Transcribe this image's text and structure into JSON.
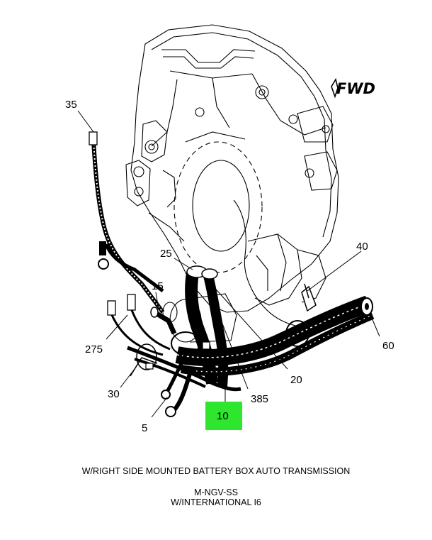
{
  "diagram": {
    "direction_label": "FWD",
    "callouts": [
      {
        "id": "35",
        "text": "35",
        "highlighted": false
      },
      {
        "id": "25",
        "text": "25",
        "highlighted": false
      },
      {
        "id": "15",
        "text": "15",
        "highlighted": false
      },
      {
        "id": "40",
        "text": "40",
        "highlighted": false
      },
      {
        "id": "60",
        "text": "60",
        "highlighted": false
      },
      {
        "id": "275",
        "text": "275",
        "highlighted": false
      },
      {
        "id": "30",
        "text": "30",
        "highlighted": false
      },
      {
        "id": "20",
        "text": "20",
        "highlighted": false
      },
      {
        "id": "385",
        "text": "385",
        "highlighted": false
      },
      {
        "id": "5",
        "text": "5",
        "highlighted": false
      },
      {
        "id": "10",
        "text": "10",
        "highlighted": true
      }
    ],
    "highlight_color": "#2ee62e"
  },
  "captions": {
    "line1": "W/RIGHT SIDE MOUNTED BATTERY BOX AUTO TRANSMISSION",
    "line2": "M-NGV-SS",
    "line3": "W/INTERNATIONAL I6"
  }
}
